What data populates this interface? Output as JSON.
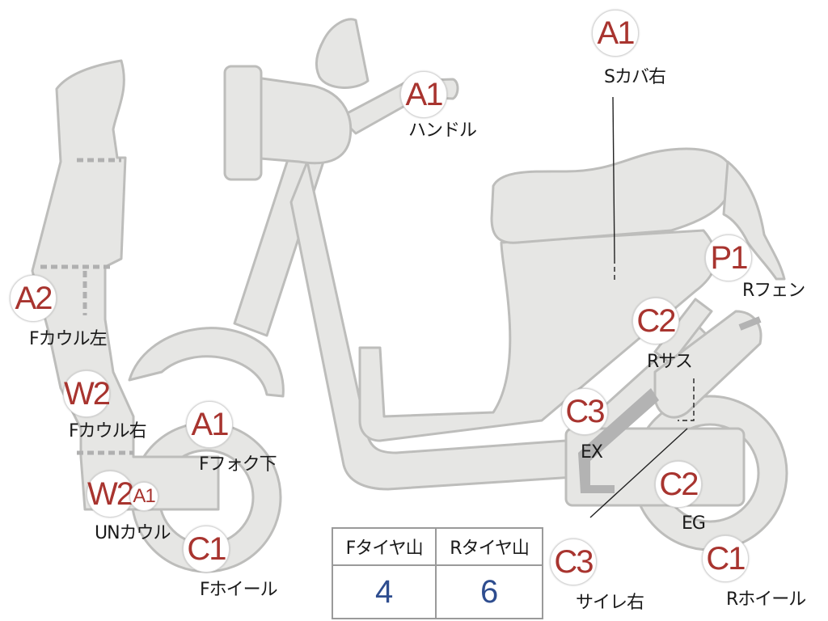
{
  "markers": [
    {
      "code": "A1",
      "label": "Sカバ右"
    },
    {
      "code": "A1",
      "label": "ハンドル"
    },
    {
      "code": "A2",
      "label": "Fカウル左"
    },
    {
      "code": "W2",
      "label": "Fカウル右"
    },
    {
      "code": "A1",
      "label": "Fフォク下"
    },
    {
      "code": "W2",
      "label": ""
    },
    {
      "code": "A1",
      "label": "UNカウル"
    },
    {
      "code": "C1",
      "label": "Fホイール"
    },
    {
      "code": "P1",
      "label": "Rフェン"
    },
    {
      "code": "C2",
      "label": "Rサス"
    },
    {
      "code": "C3",
      "label": "EX"
    },
    {
      "code": "C2",
      "label": "EG"
    },
    {
      "code": "C3",
      "label": "サイレ右"
    },
    {
      "code": "C1",
      "label": "Rホイール"
    }
  ],
  "tire_table": {
    "headers": [
      "Fタイヤ山",
      "Rタイヤ山"
    ],
    "values": [
      "4",
      "6"
    ]
  },
  "colors": {
    "code_text": "#a8342f",
    "table_value": "#2e4d8f",
    "part_fill": "#e6e6e4",
    "part_stroke": "#bdbdbb"
  }
}
